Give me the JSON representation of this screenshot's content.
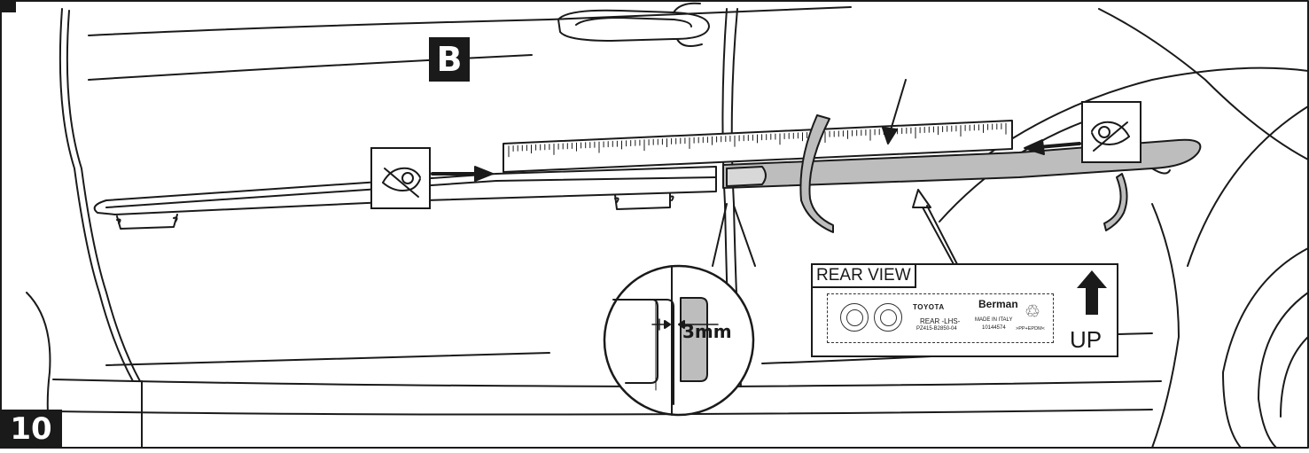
{
  "step": {
    "number": "10"
  },
  "callout": {
    "letter": "B"
  },
  "detail": {
    "gap_label": "3mm"
  },
  "label_panel": {
    "title": "REAR VIEW",
    "brand": "TOYOTA",
    "part": "REAR -LHS-",
    "part_code": "PZ415-B2850-04",
    "maker": "Berman",
    "made_in": "MADE IN ITALY",
    "maker_code": "10144574",
    "material": ">PP+EPDM<",
    "orientation": "UP"
  },
  "icons": [
    "eye-icon",
    "up-arrow-icon",
    "recycle-icon"
  ],
  "colors": {
    "line": "#1a1a1a",
    "fill_gray": "#bdbdbd",
    "background": "#ffffff"
  }
}
